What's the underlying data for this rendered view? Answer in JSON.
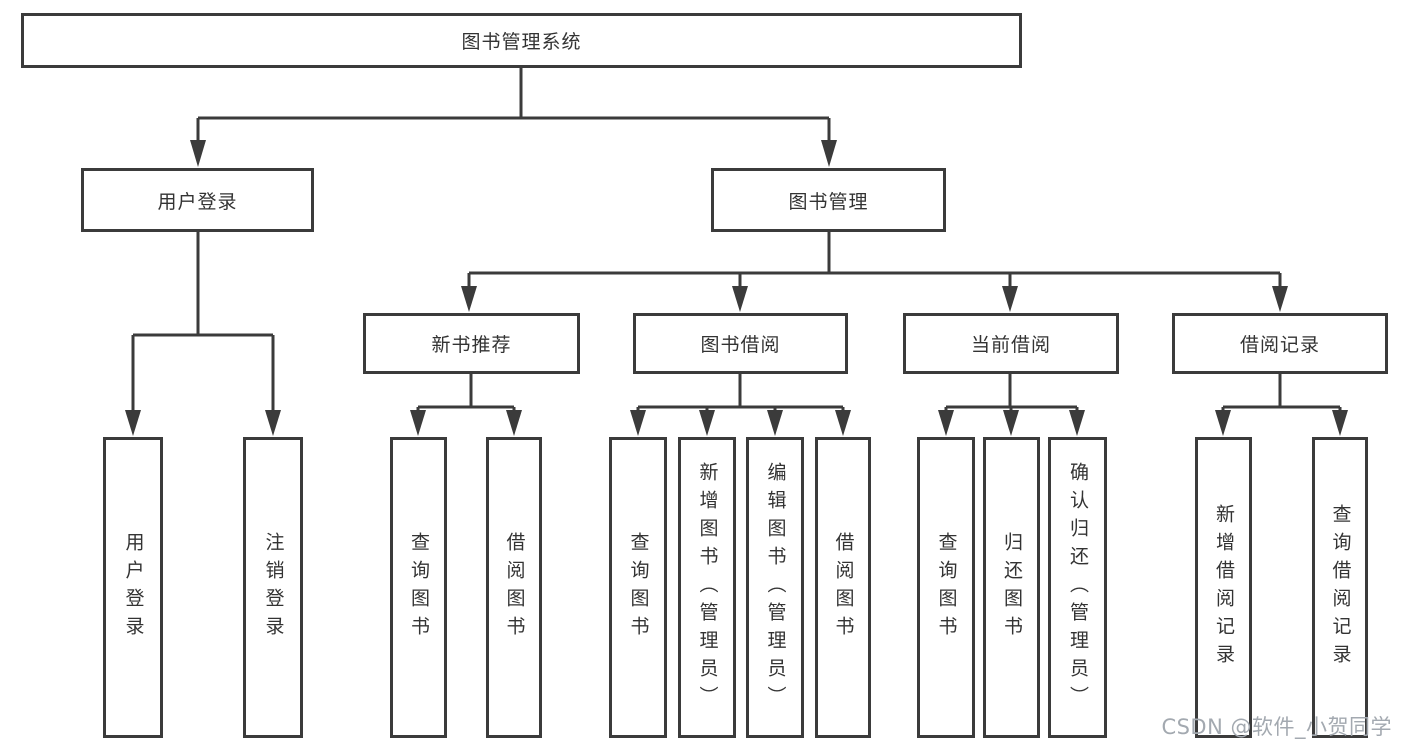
{
  "diagram": {
    "title": "图书管理系统",
    "nodes": {
      "root": "图书管理系统",
      "user_login": "用户登录",
      "book_mgmt": "图书管理",
      "new_books": "新书推荐",
      "book_borrow": "图书借阅",
      "current_borrow": "当前借阅",
      "borrow_records": "借阅记录",
      "leaf_user_login": "用户登录",
      "leaf_user_logout": "注销登录",
      "leaf_nb_query": "查询图书",
      "leaf_nb_borrow": "借阅图书",
      "leaf_bb_query": "查询图书",
      "leaf_bb_add": "新增图书（管理员）",
      "leaf_bb_edit": "编辑图书（管理员）",
      "leaf_bb_borrow": "借阅图书",
      "leaf_cb_query": "查询图书",
      "leaf_cb_return": "归还图书",
      "leaf_cb_confirm": "确认归还（管理员）",
      "leaf_br_add": "新增借阅记录",
      "leaf_br_query": "查询借阅记录"
    }
  },
  "watermark": "CSDN @软件_小贺同学",
  "colors": {
    "line": "#3b3b3b",
    "text": "#333333",
    "watermark": "#a3a9b0",
    "background": "#ffffff"
  }
}
